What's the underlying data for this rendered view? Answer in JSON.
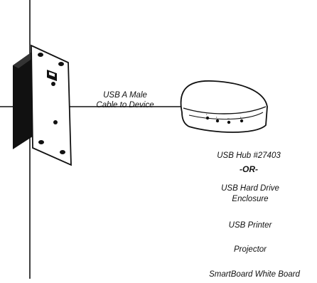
{
  "cable_label": [
    "USB A Male",
    "Cable to Device"
  ],
  "hub_model": "USB Hub #27403",
  "or_separator": "-OR-",
  "alternatives": [
    [
      "USB Hard Drive",
      "Enclosure"
    ],
    [
      "USB Printer"
    ],
    [
      "Projector"
    ],
    [
      "SmartBoard White Board"
    ]
  ]
}
